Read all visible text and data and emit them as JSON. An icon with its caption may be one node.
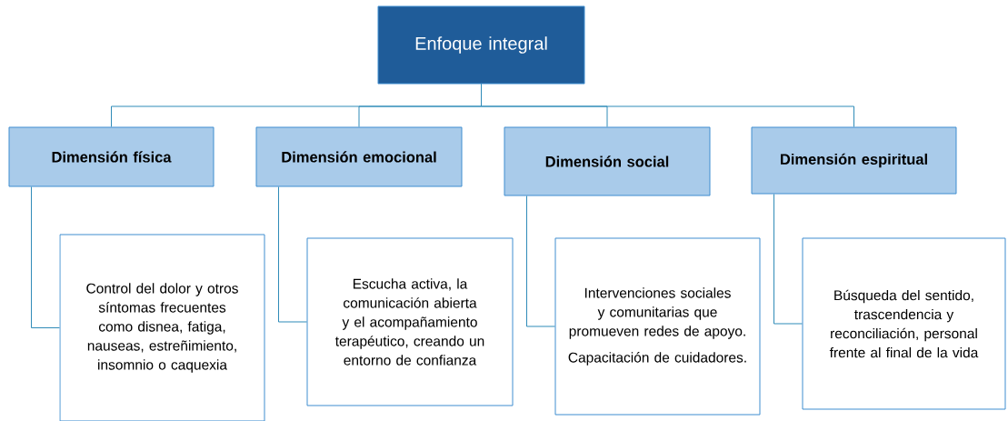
{
  "diagram": {
    "nodes": [
      {
        "text": [
          "Enfoque integral"
        ]
      },
      {
        "text": [
          "Dimensión física"
        ]
      },
      {
        "text": [
          "Dimensión emocional"
        ]
      },
      {
        "text": [
          "Dimensión social"
        ]
      },
      {
        "text": [
          "Dimensión espiritual"
        ]
      },
      {
        "text": [
          "Control del dolor y otros síntomas frecuentes como disnea, fatiga, nauseas, estreñimiento, insomnio o caquexia"
        ]
      },
      {
        "text": [
          "Escucha activa, la comunicación abierta y el acompañamiento terapéutico, creando un entorno de confianza"
        ]
      },
      {
        "text": [
          "Intervenciones sociales y comunitarias que promueven redes de apoyo.",
          "Capacitación de cuidadores."
        ]
      },
      {
        "text": [
          "Búsqueda del sentido, trascendencia y reconciliación, personal frente al final de la vida"
        ]
      }
    ],
    "edges": [
      {
        "from": 0,
        "to": 1,
        "arrow": "none"
      },
      {
        "from": 0,
        "to": 2,
        "arrow": "none"
      },
      {
        "from": 0,
        "to": 3,
        "arrow": "none"
      },
      {
        "from": 0,
        "to": 4,
        "arrow": "none"
      },
      {
        "from": 1,
        "to": 5,
        "arrow": "none"
      },
      {
        "from": 2,
        "to": 6,
        "arrow": "none"
      },
      {
        "from": 3,
        "to": 7,
        "arrow": "none"
      },
      {
        "from": 4,
        "to": 8,
        "arrow": "none"
      }
    ]
  }
}
